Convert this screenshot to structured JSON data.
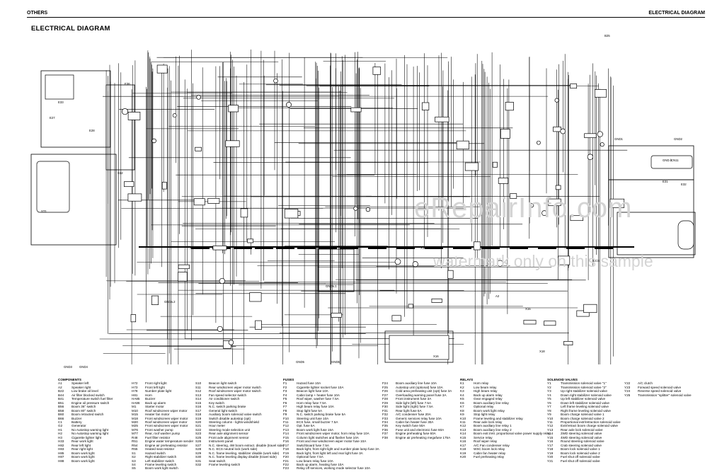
{
  "header": {
    "left": "OTHERS",
    "right": "ELECTRICAL DIAGRAM",
    "title": "ELECTRICAL DIAGRAM"
  },
  "watermark": {
    "line1": "eRepairInfo.com",
    "line2": "watermark only on this sample"
  },
  "diagram": {
    "labels": [
      "E33",
      "E27",
      "ST1",
      "E28",
      "S12",
      "CN11",
      "X11",
      "X12",
      "X13",
      "X14",
      "X10",
      "GND1",
      "GND2",
      "GND3",
      "GND4",
      "GND5",
      "GND6",
      "GNDa.1",
      "GNDa.2",
      "GND.b",
      "E31",
      "E32",
      "ECS",
      "X15",
      "X16",
      "X18",
      "A2",
      "B25",
      "E36"
    ]
  },
  "legend": {
    "col1": {
      "heading": "COMPONENTS",
      "rows": [
        [
          "A1",
          "Speaker left"
        ],
        [
          "A2",
          "Speaker right"
        ],
        [
          "B22",
          "Low brake oil level"
        ],
        [
          "B44",
          "Air filter blocked switch"
        ],
        [
          "B41",
          "Temperature switch fuel filter"
        ],
        [
          "B51",
          "Engine oil pressure switch"
        ],
        [
          "B56",
          "Boom 36° switch"
        ],
        [
          "B58",
          "Boom 80° switch"
        ],
        [
          "B60",
          "Boom retracted switch"
        ],
        [
          "B66",
          "Buzzer"
        ],
        [
          "C1",
          "Battery"
        ],
        [
          "G2",
          "Generator"
        ],
        [
          "H1",
          "No Autostop warning light"
        ],
        [
          "H2",
          "No Autostop warning light"
        ],
        [
          "H3",
          "Cigarette lighter light"
        ],
        [
          "H33",
          "Rear work light"
        ],
        [
          "H82",
          "Rear left light"
        ],
        [
          "H83",
          "Rear right light"
        ],
        [
          "H85",
          "Boom work light"
        ],
        [
          "H87",
          "Boom work light"
        ],
        [
          "H88",
          "Boom work light"
        ]
      ]
    },
    "col2": {
      "heading": "",
      "rows": [
        [
          "H72",
          "Front right light"
        ],
        [
          "H73",
          "Front left light"
        ],
        [
          "H78",
          "Number plate light"
        ],
        [
          "H81",
          "Horn"
        ],
        [
          "HA85",
          "Buzzer"
        ],
        [
          "HA86",
          "Back up alarm"
        ],
        [
          "M1",
          "Starter motor"
        ],
        [
          "M10",
          "Roof windscreen wiper motor"
        ],
        [
          "M15",
          "Heater fan motor"
        ],
        [
          "M18",
          "Front windscreen wiper motor"
        ],
        [
          "M20",
          "Roof windscreen wiper motor"
        ],
        [
          "M25",
          "Front windscreen wiper motor"
        ],
        [
          "M76",
          "Front washer pump"
        ],
        [
          "M77",
          "Rear, roof washer pump"
        ],
        [
          "R48",
          "Fuel filter resistor"
        ],
        [
          "R51",
          "Engine water temperature sender"
        ],
        [
          "R54",
          "Engine air preheating resistor"
        ],
        [
          "R55",
          "Heated seat resistor"
        ],
        [
          "S1",
          "Hazard switch"
        ],
        [
          "S2",
          "Right stabilizer switch"
        ],
        [
          "S3",
          "Left stabilizer switch"
        ],
        [
          "S4",
          "Frame leveling switch"
        ],
        [
          "S5",
          "Boom work light switch"
        ]
      ]
    },
    "col3": {
      "heading": "",
      "rows": [
        [
          "S10",
          "Beacon light switch"
        ],
        [
          "S11",
          "Rear windscreen wiper motor switch"
        ],
        [
          "S12",
          "Roof windscreen wiper motor switch"
        ],
        [
          "S13",
          "Fan speed selector switch"
        ],
        [
          "S14",
          "Air conditioner switch"
        ],
        [
          "S15",
          "Key switch"
        ],
        [
          "S16",
          "N.C. switch parking brake"
        ],
        [
          "S17",
          "General light switch"
        ],
        [
          "S18",
          "Auxiliary boom solenoid valve switch"
        ],
        [
          "S19",
          "Switch disable autostop (opt)"
        ],
        [
          "S20",
          "Steering column - lights-windshield"
        ],
        [
          "S21",
          "Hour meter"
        ],
        [
          "S22",
          "Steering mode selection unit"
        ],
        [
          "S23",
          "Rear axle alignment sensor"
        ],
        [
          "S25",
          "Front axle alignment sensor"
        ],
        [
          "S26",
          "Instrument panel"
        ],
        [
          "S27",
          "N.C. steering, 4W boom extract. disable (travel side)"
        ],
        [
          "S28",
          "N.C. ECS neutral lock (work side)"
        ],
        [
          "S29",
          "N.C. frame leveling, stabilizer disable (work side)"
        ],
        [
          "S30",
          "N.C. frame leveling display disable (travel side)"
        ],
        [
          "S31",
          "Seat switch"
        ],
        [
          "S32",
          "Frame leveling switch"
        ]
      ]
    },
    "col4": {
      "heading": "FUSES",
      "rows": [
        [
          "F1",
          "Hazard fuse 10A"
        ],
        [
          "F2",
          "Cigarette lighter socket fuse 10A"
        ],
        [
          "F3",
          "Beacon light fuse 10A"
        ],
        [
          "F4",
          "Cabin lamp + heater fuse 10A"
        ],
        [
          "F5",
          "Roof wiper, washer fuse 7.5A"
        ],
        [
          "F6",
          "Horn relay fuse 7.5A"
        ],
        [
          "F7",
          "High beam relay fuse 10A"
        ],
        [
          "F8",
          "Stop light fuse 5A"
        ],
        [
          "F9",
          "N.C. switch parking brake fuse 5A"
        ],
        [
          "F10",
          "Steering unit fuse 10A"
        ],
        [
          "F11",
          "ECS fuse, small buzzer 7.5A"
        ],
        [
          "F12",
          "Opt. fuse 5A"
        ],
        [
          "F13",
          "Boom work light fuse 15A"
        ],
        [
          "F14",
          "Front windscreen wiper motor, horn relay fuse 10A"
        ],
        [
          "F15",
          "Column light switches and flasher fuse 10A"
        ],
        [
          "F16",
          "Front and rear windscreen wiper motor fuse 10A"
        ],
        [
          "F17",
          "Switchboard fuse 7.5A"
        ],
        [
          "F18",
          "Back light, front right light and number plate lamp fuse 3A"
        ],
        [
          "F19",
          "Back light, front light left and rear light fuse 3A"
        ],
        [
          "F20",
          "Optional fuse 7.5A"
        ],
        [
          "F21",
          "Low beam relay fuse 10A"
        ],
        [
          "F22",
          "Back up alarm, heating fuse 10A"
        ],
        [
          "F23",
          "Relay off services, working mode selector fuse 10A"
        ]
      ]
    },
    "col5": {
      "heading": "",
      "rows": [
        [
          "F24",
          "Boom auxiliary line fuse 10A"
        ],
        [
          "F25",
          "Autostop unit (optional) fuse 10A"
        ],
        [
          "F26",
          "Cold area preheating unit (opt) fuse 3A"
        ],
        [
          "F27",
          "Overloading warning panel fuse 3A"
        ],
        [
          "F28",
          "Front instrument fuse 3A"
        ],
        [
          "F29",
          "Side light (left) fuse 7.5A"
        ],
        [
          "F30",
          "Side light (right) fuse 7.5A"
        ],
        [
          "F31",
          "Rear light fuse 5A"
        ],
        [
          "F32",
          "A/C condenser fuse 20A"
        ],
        [
          "F33",
          "Generic services relay fuse 10A"
        ],
        [
          "F34",
          "Cabin fan heater fuse 30A"
        ],
        [
          "F35",
          "Key switch fuse 50A"
        ],
        [
          "F36",
          "Fuse unit and electronic fuse 60A"
        ],
        [
          "F37",
          "Engine preheating fuse 60A"
        ],
        [
          "F38",
          "Engine air preheating megafuse 175A"
        ]
      ]
    },
    "col6": {
      "heading": "RELAYS",
      "rows": [
        [
          "K1",
          "Horn relay"
        ],
        [
          "K2",
          "Low beam relay"
        ],
        [
          "K3",
          "High beam relay"
        ],
        [
          "K4",
          "Back up alarm relay"
        ],
        [
          "K5",
          "Gear engaged relay"
        ],
        [
          "K6",
          "Boom auxiliary line relay"
        ],
        [
          "K7",
          "Optional relay"
        ],
        [
          "K8",
          "Boom work light relay"
        ],
        [
          "K9",
          "Stop light relay"
        ],
        [
          "K10",
          "Frame leveling and stabilizer relay"
        ],
        [
          "K11",
          "Rear axle lock relay"
        ],
        [
          "K12",
          "Boom auxiliary line relay 1"
        ],
        [
          "K13",
          "Boom auxiliary line relay 2"
        ],
        [
          "K14",
          "Boom extr./retr. proportional valve power supply relay"
        ],
        [
          "K15",
          "Service relay"
        ],
        [
          "K16",
          "Roof wiper relay"
        ],
        [
          "K17",
          "A/C Fan condenser relay"
        ],
        [
          "K18",
          "WSC boom lock relay"
        ],
        [
          "K19",
          "Cabin fan heater relay"
        ],
        [
          "K20",
          "Fuel preheating relay"
        ]
      ]
    },
    "col7": {
      "heading": "SOLENOID VALVES",
      "rows": [
        [
          "Y1",
          "Transmission solenoid valve \"1\""
        ],
        [
          "Y2",
          "Transmission solenoid valve \"2\""
        ],
        [
          "Y3",
          "Up right stabilizer solenoid valve"
        ],
        [
          "Y4",
          "Down right stabilizer solenoid valve"
        ],
        [
          "Y5",
          "Up left stabilizer solenoid valve"
        ],
        [
          "Y6",
          "Down left stabilizer solenoid valve"
        ],
        [
          "Y7",
          "Left frame leveling solenoid valve"
        ],
        [
          "Y8",
          "Right frame leveling solenoid valve"
        ],
        [
          "Y9",
          "Boom charge solenoid valve 1"
        ],
        [
          "Y10",
          "Boom charge solenoid valve 2"
        ],
        [
          "Y11",
          "Proportional extr/retraction solenoid valve"
        ],
        [
          "Y12",
          "Extr/retract boom charge solenoid valve"
        ],
        [
          "Y13",
          "Rear axle lock solenoid valve"
        ],
        [
          "Y14",
          "2WD steering solenoid valve"
        ],
        [
          "Y15",
          "4WD steering solenoid valve"
        ],
        [
          "Y16",
          "Round steering solenoid valve"
        ],
        [
          "Y17",
          "Crab steering solenoid valve"
        ],
        [
          "Y18",
          "Boom lock solenoid valve 1"
        ],
        [
          "Y19",
          "Boom lock solenoid valve 2"
        ],
        [
          "Y20",
          "Fuel shut off solenoid valve"
        ],
        [
          "Y21",
          "Fuel shut off solenoid valve"
        ]
      ]
    },
    "col8": {
      "heading": "",
      "rows": [
        [
          "Y22",
          "A/C clutch"
        ],
        [
          "Y23",
          "Forward speed solenoid valve"
        ],
        [
          "Y24",
          "Reverse speed solenoid valve"
        ],
        [
          "Y25",
          "Transmission \"splitter\" solenoid valve"
        ]
      ]
    }
  }
}
